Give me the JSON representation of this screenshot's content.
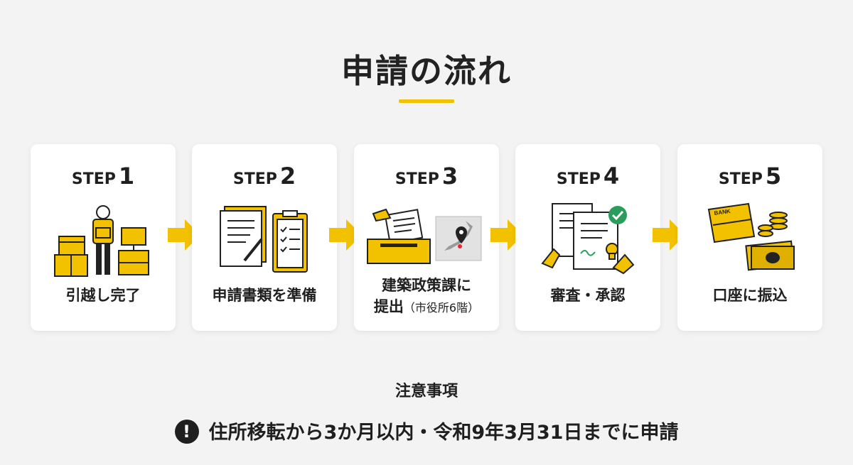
{
  "title": "申請の流れ",
  "colors": {
    "accent": "#f2c100",
    "card": "#ffffff",
    "background": "#f3f3f3",
    "text": "#1f1f1f"
  },
  "steps": [
    {
      "step_word": "STEP",
      "number": "1",
      "icon": "moving-boxes-person-icon",
      "lines": [
        "引越し完了"
      ]
    },
    {
      "step_word": "STEP",
      "number": "2",
      "icon": "documents-clipboard-icon",
      "lines": [
        "申請書類を準備"
      ]
    },
    {
      "step_word": "STEP",
      "number": "3",
      "icon": "submission-box-map-icon",
      "lines": [
        "建築政策課に"
      ],
      "line2_main": "提出",
      "line2_small": "（市役所6階）"
    },
    {
      "step_word": "STEP",
      "number": "4",
      "icon": "review-approval-icon",
      "lines": [
        "審査・承認"
      ]
    },
    {
      "step_word": "STEP",
      "number": "5",
      "icon": "bank-transfer-icon",
      "bank_label": "BANK",
      "lines": [
        "口座に振込"
      ]
    }
  ],
  "arrow_icon": "right-arrow-icon",
  "notes": {
    "heading": "注意事項",
    "warning_icon": "exclamation-icon",
    "warning_symbol": "!",
    "text": "住所移転から3か月以内・令和9年3月31日までに申請"
  }
}
